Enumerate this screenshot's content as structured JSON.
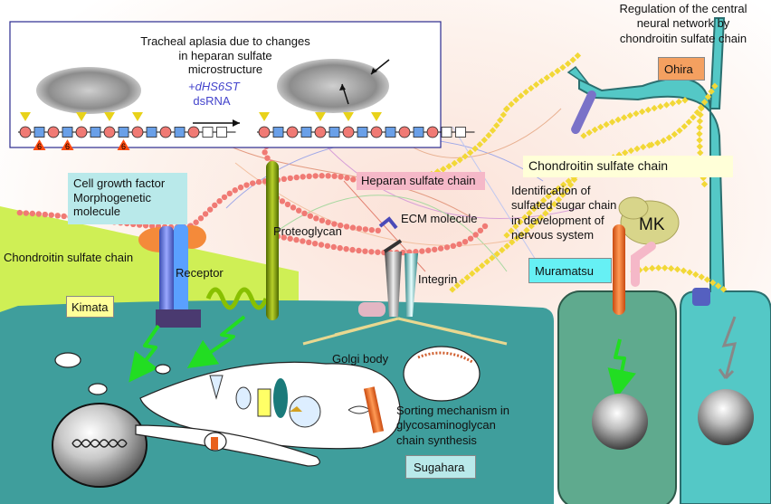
{
  "inset": {
    "title_line1": "Tracheal aplasia due to changes",
    "title_line2": "in heparan sulfate",
    "title_line3": "microstructure",
    "treatment_line1": "+dHS6ST",
    "treatment_line2": "dsRNA",
    "sulfation_mark": "6"
  },
  "labels": {
    "growth_factor_line1": "Cell growth factor",
    "growth_factor_line2": "Morphogenetic",
    "growth_factor_line3": "molecule",
    "chondroitin_left": "Chondroitin sulfate chain",
    "receptor": "Receptor",
    "proteoglycan": "Proteoglycan",
    "heparan": "Heparan sulfate chain",
    "ecm": "ECM molecule",
    "integrin": "Integrin",
    "golgi": "Golgi body",
    "sorting_line1": "Sorting mechanism in",
    "sorting_line2": "glycosaminoglycan",
    "sorting_line3": "chain synthesis",
    "identification_line1": "Identification of",
    "identification_line2": "sulfated sugar chain",
    "identification_line3": "in development of",
    "identification_line4": "nervous system",
    "chondroitin_right": "Chondroitin sulfate chain",
    "mk": "MK",
    "regulation_line1": "Regulation of the central",
    "regulation_line2": "neural network by",
    "regulation_line3": "chondroitin sulfate chain"
  },
  "researchers": {
    "kimata": "Kimata",
    "sugahara": "Sugahara",
    "muramatsu": "Muramatsu",
    "ohira": "Ohira"
  },
  "colors": {
    "cell_teal": "#3f9e9c",
    "neuron_cyan": "#54c8c6",
    "neuron_green": "#5faa8e",
    "ground_green": "#cfef55",
    "heparan_bead": "#f07a74",
    "chondroitin_bead": "#f2d837",
    "tag_yellow": "#ffff99",
    "tag_orange": "#f4a060",
    "tag_cyan": "#66f0f4",
    "tag_pink": "#f5b8c8",
    "tag_lightcyan": "#b9e9ea",
    "tag_lightyellow": "#ffffd8"
  }
}
